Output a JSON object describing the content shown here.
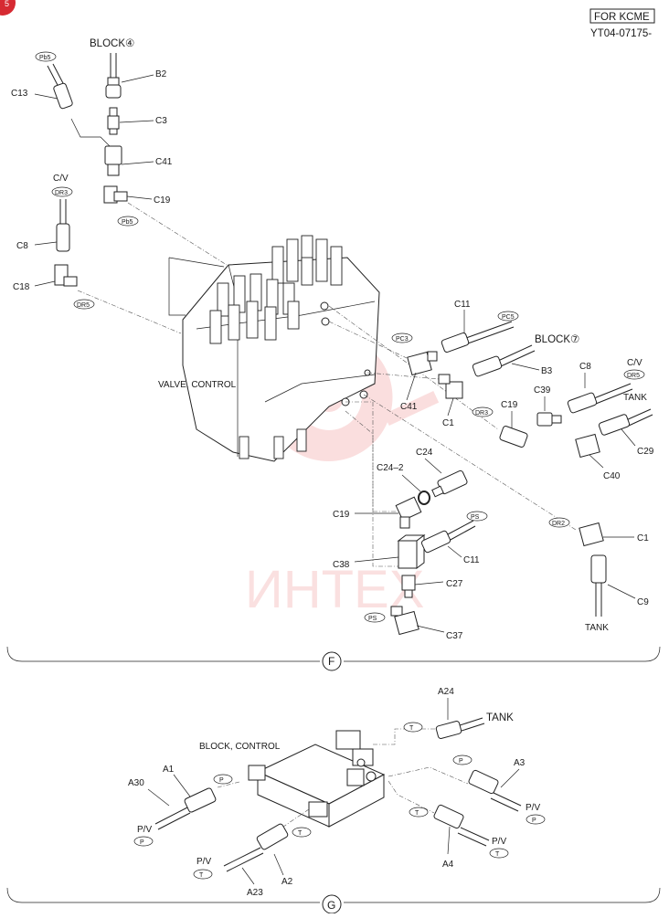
{
  "header": {
    "for_kcme": "FOR KCME",
    "doc_number": "YT04-07175-"
  },
  "labels": {
    "block4": "BLOCK④",
    "b2": "B2",
    "c3": "C3",
    "c41_top": "C41",
    "c19_top": "C19",
    "c13": "C13",
    "cv_left": "C/V",
    "c8_left": "C8",
    "c18": "C18",
    "valve_control": "VALVE, CONTROL",
    "c11_top": "C11",
    "block7": "BLOCK⑦",
    "b3": "B3",
    "c41_mid": "C41",
    "c1_mid": "C1",
    "c19_mid": "C19",
    "c39": "C39",
    "c8_right": "C8",
    "cv_right": "C/V",
    "tank_right": "TANK",
    "c29": "C29",
    "c40": "C40",
    "c24": "C24",
    "c24_2": "C24–2",
    "c19_low": "C19",
    "c11_low": "C11",
    "c38": "C38",
    "c27": "C27",
    "c37": "C37",
    "c1_low": "C1",
    "c9": "C9",
    "tank_low": "TANK",
    "block_control": "BLOCK, CONTROL",
    "a24": "A24",
    "tank_g": "TANK",
    "a3": "A3",
    "pv_a3": "P/V",
    "a1": "A1",
    "a30": "A30",
    "pv_a30": "P/V",
    "pv_a23": "P/V",
    "a23": "A23",
    "a2": "A2",
    "a4": "A4",
    "pv_a4": "P/V"
  },
  "port_tags": {
    "pb5_top": "Pb5",
    "pb5_bottom": "Pb5",
    "dr3_left": "DR3",
    "dr5_left": "DR5",
    "pc5": "PC5",
    "pc3": "PC3",
    "dr3_mid": "DR3",
    "dr5_right": "DR5",
    "ps_c11": "PS",
    "ps_c37": "PS",
    "dr2": "DR2",
    "p_a3": "P",
    "p_a3_end": "P",
    "p_a1": "P",
    "p_a30_end": "P",
    "t_a24": "T",
    "t_a2": "T",
    "t_a23_end": "T",
    "t_a4": "T",
    "t_a4_end": "T"
  },
  "sections": {
    "f": "F",
    "g": "G"
  },
  "watermark": {
    "text": "ИНТЕХ",
    "color": "#f0a0a0"
  },
  "corner_badge": {
    "text": "5",
    "color": "#d62a32"
  }
}
